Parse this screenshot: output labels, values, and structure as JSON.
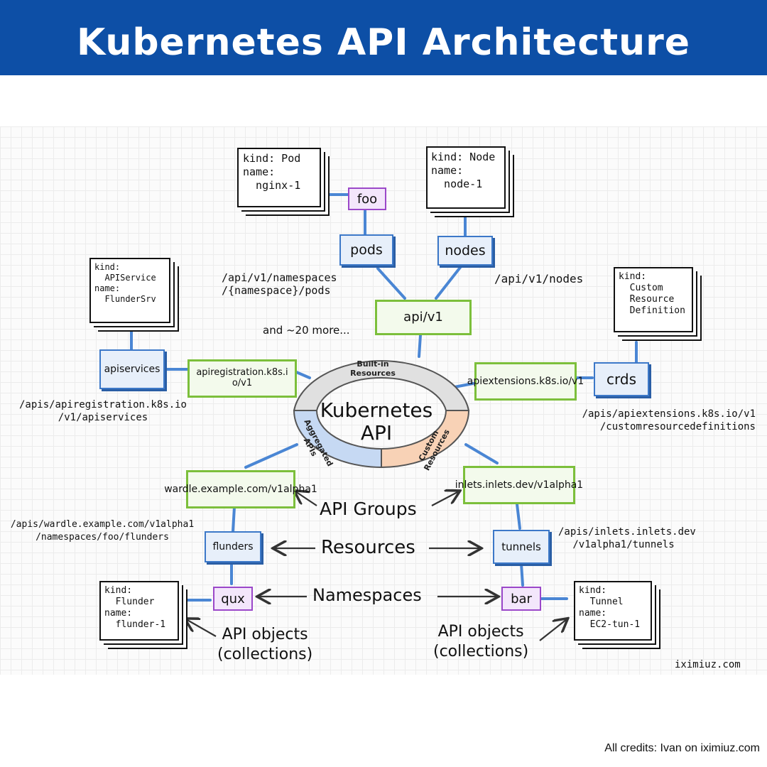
{
  "title": "Kubernetes API Architecture",
  "center": {
    "line1": "Kubernetes",
    "line2": "API",
    "builtin": "Built-in Resources",
    "aggregated": "Aggregated APIs",
    "custom": "Custom Resources"
  },
  "cards": {
    "pod": [
      "kind: Pod",
      "name:",
      "  nginx-1"
    ],
    "node": [
      "kind: Node",
      "name:",
      "  node-1"
    ],
    "apiservice": [
      "kind:",
      "  APIService",
      "name:",
      "  FlunderSrv"
    ],
    "crd": [
      "kind:",
      "  Custom",
      "  Resource",
      "  Definition"
    ],
    "flunder": [
      "kind:",
      "  Flunder",
      "name:",
      "  flunder-1"
    ],
    "tunnel": [
      "kind:",
      "  Tunnel",
      "name:",
      "  EC2-tun-1"
    ]
  },
  "boxes": {
    "foo": "foo",
    "pods": "pods",
    "nodes": "nodes",
    "apiv1": "api/v1",
    "apiservices": "apiservices",
    "apiregistration": "apiregistration.k8s.io/v1",
    "apiextensions": "apiextensions.k8s.io/v1",
    "crds": "crds",
    "wardle": "wardle.example.com/v1alpha1",
    "inlets": "inlets.inlets.dev/v1alpha1",
    "flunders": "flunders",
    "tunnels": "tunnels",
    "qux": "qux",
    "bar": "bar"
  },
  "paths": {
    "pods": [
      "/api/v1/namespaces",
      "/{namespace}/pods"
    ],
    "nodes": [
      "/api/v1/nodes"
    ],
    "apiservices": [
      "/apis/apiregistration.k8s.io",
      "/v1/apiservices"
    ],
    "crds": [
      "/apis/apiextensions.k8s.io/v1",
      "/customresourcedefinitions"
    ],
    "flunders": [
      "/apis/wardle.example.com/v1alpha1",
      "/namespaces/foo/flunders"
    ],
    "tunnels": [
      "/apis/inlets.inlets.dev",
      "/v1alpha1/tunnels"
    ]
  },
  "labels": {
    "more": "and ~20 more...",
    "api_groups": "API Groups",
    "resources": "Resources",
    "namespaces": "Namespaces",
    "objects_left": [
      "API objects",
      "(collections)"
    ],
    "objects_right": [
      "API objects",
      "(collections)"
    ],
    "site": "iximiuz.com"
  },
  "credits": "All credits: Ivan on iximiuz.com",
  "colors": {
    "banner": "#0d4fa6",
    "blue_box": "#3c78c8",
    "green_box": "#7cbf3b",
    "purple_tag": "#9b48c9",
    "builtin": "#e0e0e0",
    "aggregated": "#c6d9f3",
    "custom": "#f8d2b6"
  }
}
